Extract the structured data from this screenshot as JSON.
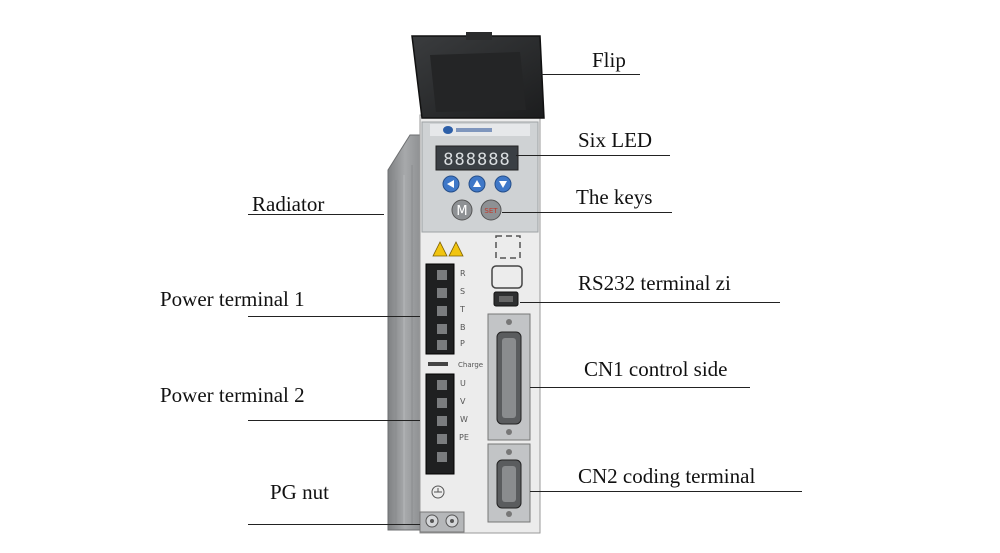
{
  "labels": {
    "flip": "Flip",
    "six_led": "Six LED",
    "the_keys": "The keys",
    "radiator": "Radiator",
    "rs232": "RS232 terminal zi",
    "power_terminal_1": "Power terminal 1",
    "cn1": "CN1 control side",
    "power_terminal_2": "Power terminal 2",
    "cn2": "CN2 coding terminal",
    "pg_nut": "PG nut"
  },
  "device": {
    "led_display": "888888",
    "key_m": "M",
    "key_set": "SET",
    "charge": "Charge",
    "terminals_1": [
      "R",
      "S",
      "T",
      "B",
      "P"
    ],
    "terminals_2": [
      "U",
      "V",
      "W",
      "PE"
    ],
    "colors": {
      "flip_cover": "#2b2d2e",
      "radiator": "#9a9c9e",
      "body": "#e9eaea",
      "panel": "#c9ccce",
      "led_bg": "#3a3f44",
      "key_blue": "#3f78c8"
    }
  }
}
